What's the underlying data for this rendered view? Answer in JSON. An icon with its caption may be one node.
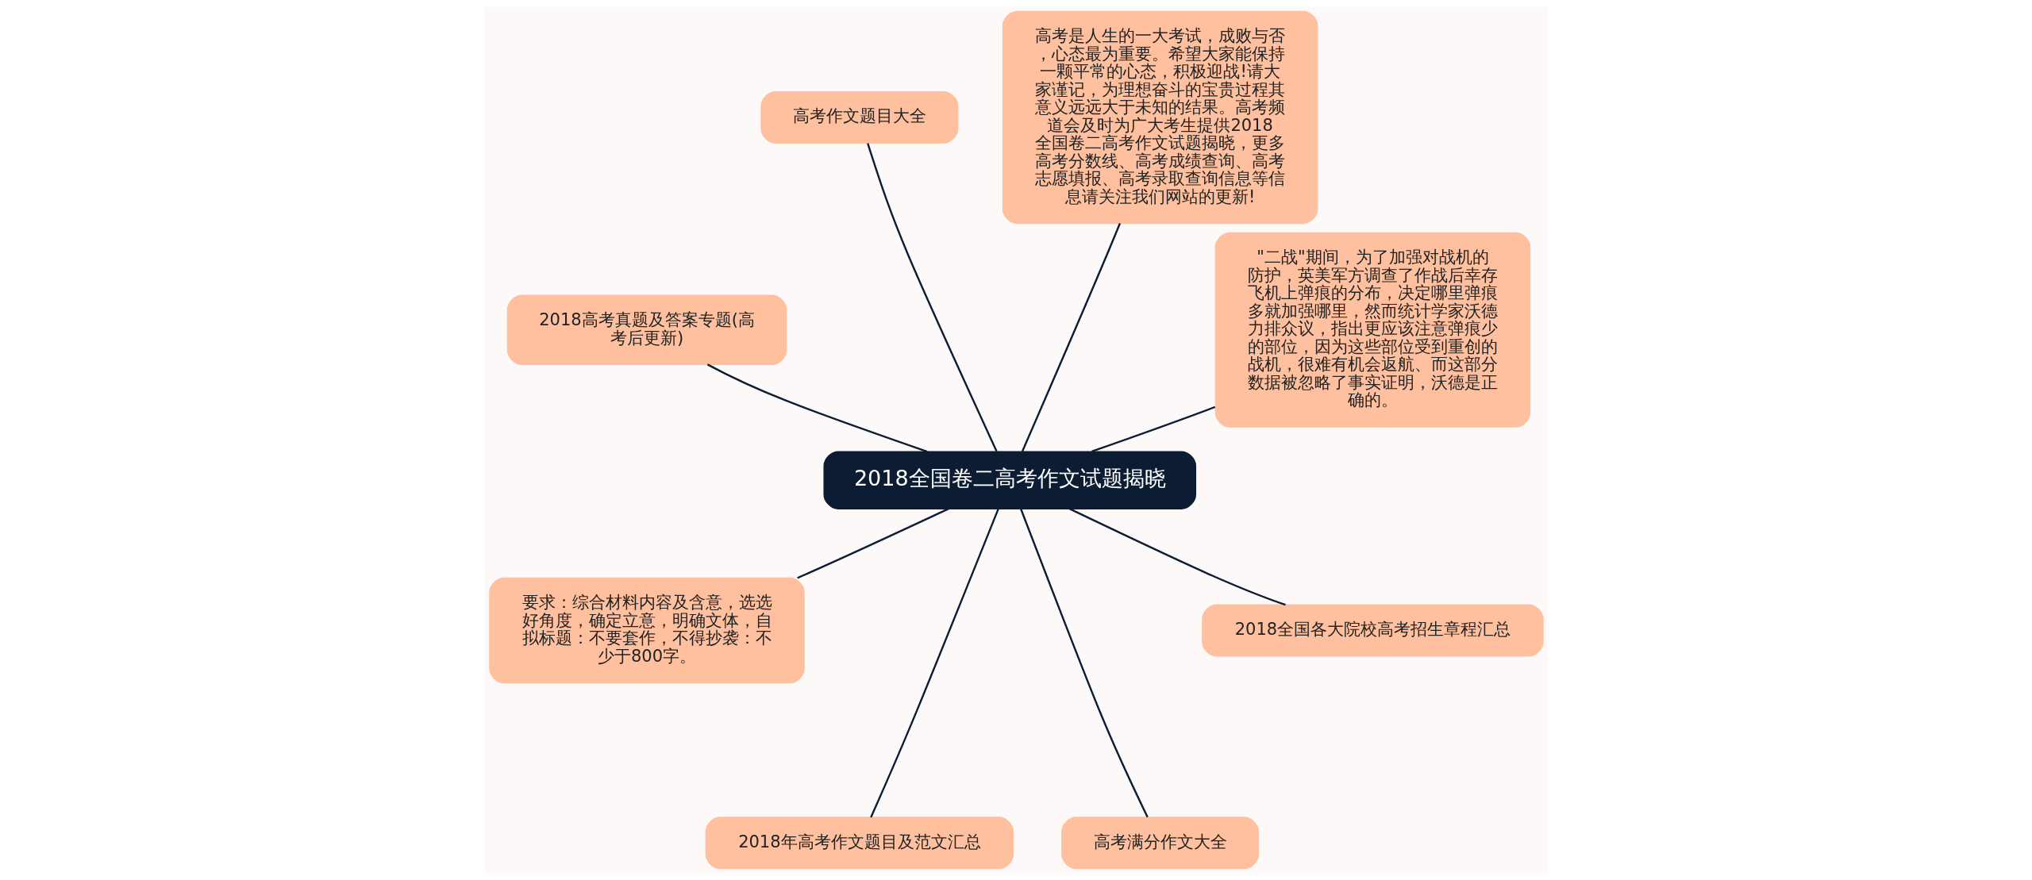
{
  "diagram": {
    "nodes": [
      {
        "text": [
          "2018全国卷二高考作文试题揭晓"
        ]
      },
      {
        "text": [
          "\"二战\"期间，为了加强对战机的防护，英美军方调查了作战后幸存飞机上弹痕的分布，决定哪里弹痕多就加强哪里，然而统计学家沃德力排众议，指出更应该注意弹痕少的部位，因为这些部位受到重创的战机，很难有机会返航、而这部分数据被忽略了事实证明，沃德是正确的。"
        ]
      },
      {
        "text": [
          "高考是人生的一大考试，成败与否，心态最为重要。希望大家能保持一颗平常的心态，积极迎战!请大家谨记，为理想奋斗的宝贵过程其意义远远大于未知的结果。高考频道会及时为广大考生提供2018全国卷二高考作文试题揭晓，更多高考分数线、高考成绩查询、高考志愿填报、高考录取查询信息等信息请关注我们网站的更新!"
        ]
      },
      {
        "text": [
          "高考作文题目大全"
        ]
      },
      {
        "text": [
          "2018高考真题及答案专题(高考后更新)"
        ]
      },
      {
        "text": [
          "要求：综合材料内容及含意，选选好角度，确定立意，明确文体，自拟标题：不要套作，不得抄袭：不少于800字。"
        ]
      },
      {
        "text": [
          "2018年高考作文题目及范文汇总"
        ]
      },
      {
        "text": [
          "高考满分作文大全"
        ]
      },
      {
        "text": [
          "2018全国各大院校高考招生章程汇总"
        ]
      }
    ],
    "edges": [
      {
        "from": 0,
        "to": 1,
        "arrow": "none"
      },
      {
        "from": 0,
        "to": 2,
        "arrow": "none"
      },
      {
        "from": 0,
        "to": 3,
        "arrow": "none"
      },
      {
        "from": 0,
        "to": 4,
        "arrow": "none"
      },
      {
        "from": 0,
        "to": 5,
        "arrow": "none"
      },
      {
        "from": 0,
        "to": 6,
        "arrow": "none"
      },
      {
        "from": 0,
        "to": 7,
        "arrow": "none"
      },
      {
        "from": 0,
        "to": 8,
        "arrow": "none"
      }
    ]
  }
}
